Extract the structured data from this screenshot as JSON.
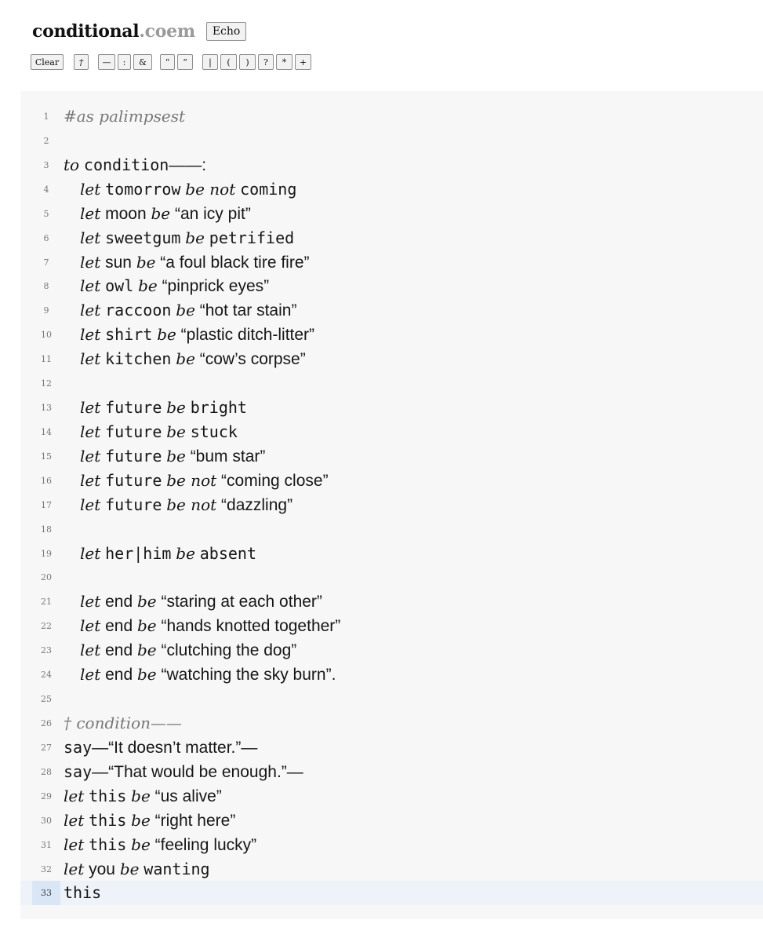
{
  "header": {
    "title_main": "conditional",
    "title_ext": ".coem",
    "echo_label": "Echo"
  },
  "toolbar": {
    "clear_label": "Clear",
    "dagger_label": "†",
    "dash_label": "—",
    "colon_label": ":",
    "amp_label": "&",
    "open_quote_label": "“",
    "close_quote_label": "”",
    "pipe_label": "|",
    "open_paren_label": "(",
    "close_paren_label": ")",
    "question_label": "?",
    "star_label": "*",
    "plus_label": "+"
  },
  "editor": {
    "active_line": 33,
    "lines": [
      {
        "n": "1",
        "indent": false,
        "tokens": [
          {
            "t": "c",
            "v": "#as palimpsest"
          }
        ]
      },
      {
        "n": "2",
        "indent": false,
        "tokens": []
      },
      {
        "n": "3",
        "indent": false,
        "tokens": [
          {
            "t": "k",
            "v": "to"
          },
          {
            "t": "s",
            "v": " "
          },
          {
            "t": "m",
            "v": "condition"
          },
          {
            "t": "s",
            "v": "——:"
          }
        ]
      },
      {
        "n": "4",
        "indent": true,
        "tokens": [
          {
            "t": "k",
            "v": "let"
          },
          {
            "t": "s",
            "v": " "
          },
          {
            "t": "m",
            "v": "tomorrow"
          },
          {
            "t": "s",
            "v": " "
          },
          {
            "t": "k",
            "v": "be not"
          },
          {
            "t": "s",
            "v": " "
          },
          {
            "t": "m",
            "v": "coming"
          }
        ]
      },
      {
        "n": "5",
        "indent": true,
        "tokens": [
          {
            "t": "k",
            "v": "let"
          },
          {
            "t": "s",
            "v": " moon "
          },
          {
            "t": "k",
            "v": "be"
          },
          {
            "t": "s",
            "v": " “an icy pit”"
          }
        ]
      },
      {
        "n": "6",
        "indent": true,
        "tokens": [
          {
            "t": "k",
            "v": "let"
          },
          {
            "t": "s",
            "v": " "
          },
          {
            "t": "m",
            "v": "sweetgum"
          },
          {
            "t": "s",
            "v": " "
          },
          {
            "t": "k",
            "v": "be"
          },
          {
            "t": "s",
            "v": " "
          },
          {
            "t": "m",
            "v": "petrified"
          }
        ]
      },
      {
        "n": "7",
        "indent": true,
        "tokens": [
          {
            "t": "k",
            "v": "let"
          },
          {
            "t": "s",
            "v": " sun "
          },
          {
            "t": "k",
            "v": "be"
          },
          {
            "t": "s",
            "v": " “a foul black tire fire”"
          }
        ]
      },
      {
        "n": "8",
        "indent": true,
        "tokens": [
          {
            "t": "k",
            "v": "let"
          },
          {
            "t": "s",
            "v": " "
          },
          {
            "t": "m",
            "v": "owl"
          },
          {
            "t": "s",
            "v": " "
          },
          {
            "t": "k",
            "v": "be"
          },
          {
            "t": "s",
            "v": " “pinprick eyes”"
          }
        ]
      },
      {
        "n": "9",
        "indent": true,
        "tokens": [
          {
            "t": "k",
            "v": "let"
          },
          {
            "t": "s",
            "v": " "
          },
          {
            "t": "m",
            "v": "raccoon"
          },
          {
            "t": "s",
            "v": " "
          },
          {
            "t": "k",
            "v": "be"
          },
          {
            "t": "s",
            "v": " “hot tar stain”"
          }
        ]
      },
      {
        "n": "10",
        "indent": true,
        "tokens": [
          {
            "t": "k",
            "v": "let"
          },
          {
            "t": "s",
            "v": " "
          },
          {
            "t": "m",
            "v": "shirt"
          },
          {
            "t": "s",
            "v": " "
          },
          {
            "t": "k",
            "v": "be"
          },
          {
            "t": "s",
            "v": " “plastic ditch-litter”"
          }
        ]
      },
      {
        "n": "11",
        "indent": true,
        "tokens": [
          {
            "t": "k",
            "v": "let"
          },
          {
            "t": "s",
            "v": " "
          },
          {
            "t": "m",
            "v": "kitchen"
          },
          {
            "t": "s",
            "v": " "
          },
          {
            "t": "k",
            "v": "be"
          },
          {
            "t": "s",
            "v": " “cow’s corpse”"
          }
        ]
      },
      {
        "n": "12",
        "indent": false,
        "tokens": []
      },
      {
        "n": "13",
        "indent": true,
        "tokens": [
          {
            "t": "k",
            "v": "let"
          },
          {
            "t": "s",
            "v": " "
          },
          {
            "t": "m",
            "v": "future"
          },
          {
            "t": "s",
            "v": " "
          },
          {
            "t": "k",
            "v": "be"
          },
          {
            "t": "s",
            "v": " "
          },
          {
            "t": "m",
            "v": "bright"
          }
        ]
      },
      {
        "n": "14",
        "indent": true,
        "tokens": [
          {
            "t": "k",
            "v": "let"
          },
          {
            "t": "s",
            "v": " "
          },
          {
            "t": "m",
            "v": "future"
          },
          {
            "t": "s",
            "v": " "
          },
          {
            "t": "k",
            "v": "be"
          },
          {
            "t": "s",
            "v": " "
          },
          {
            "t": "m",
            "v": "stuck"
          }
        ]
      },
      {
        "n": "15",
        "indent": true,
        "tokens": [
          {
            "t": "k",
            "v": "let"
          },
          {
            "t": "s",
            "v": " "
          },
          {
            "t": "m",
            "v": "future"
          },
          {
            "t": "s",
            "v": " "
          },
          {
            "t": "k",
            "v": "be"
          },
          {
            "t": "s",
            "v": " “bum star”"
          }
        ]
      },
      {
        "n": "16",
        "indent": true,
        "tokens": [
          {
            "t": "k",
            "v": "let"
          },
          {
            "t": "s",
            "v": " "
          },
          {
            "t": "m",
            "v": "future"
          },
          {
            "t": "s",
            "v": " "
          },
          {
            "t": "k",
            "v": "be not"
          },
          {
            "t": "s",
            "v": " “coming close”"
          }
        ]
      },
      {
        "n": "17",
        "indent": true,
        "tokens": [
          {
            "t": "k",
            "v": "let"
          },
          {
            "t": "s",
            "v": " "
          },
          {
            "t": "m",
            "v": "future"
          },
          {
            "t": "s",
            "v": " "
          },
          {
            "t": "k",
            "v": "be not"
          },
          {
            "t": "s",
            "v": " “dazzling”"
          }
        ]
      },
      {
        "n": "18",
        "indent": false,
        "tokens": []
      },
      {
        "n": "19",
        "indent": true,
        "tokens": [
          {
            "t": "k",
            "v": "let"
          },
          {
            "t": "s",
            "v": " "
          },
          {
            "t": "m",
            "v": "her|him"
          },
          {
            "t": "s",
            "v": " "
          },
          {
            "t": "k",
            "v": "be"
          },
          {
            "t": "s",
            "v": " "
          },
          {
            "t": "m",
            "v": "absent"
          }
        ]
      },
      {
        "n": "20",
        "indent": false,
        "tokens": []
      },
      {
        "n": "21",
        "indent": true,
        "tokens": [
          {
            "t": "k",
            "v": "let"
          },
          {
            "t": "s",
            "v": " end "
          },
          {
            "t": "k",
            "v": "be"
          },
          {
            "t": "s",
            "v": " “staring at each other”"
          }
        ]
      },
      {
        "n": "22",
        "indent": true,
        "tokens": [
          {
            "t": "k",
            "v": "let"
          },
          {
            "t": "s",
            "v": " end "
          },
          {
            "t": "k",
            "v": "be"
          },
          {
            "t": "s",
            "v": " “hands knotted together”"
          }
        ]
      },
      {
        "n": "23",
        "indent": true,
        "tokens": [
          {
            "t": "k",
            "v": "let"
          },
          {
            "t": "s",
            "v": " end "
          },
          {
            "t": "k",
            "v": "be"
          },
          {
            "t": "s",
            "v": " “clutching the dog”"
          }
        ]
      },
      {
        "n": "24",
        "indent": true,
        "tokens": [
          {
            "t": "k",
            "v": "let"
          },
          {
            "t": "s",
            "v": " end "
          },
          {
            "t": "k",
            "v": "be"
          },
          {
            "t": "s",
            "v": " “watching the sky burn”."
          }
        ]
      },
      {
        "n": "25",
        "indent": false,
        "tokens": []
      },
      {
        "n": "26",
        "indent": false,
        "tokens": [
          {
            "t": "c",
            "v": "† condition——"
          }
        ]
      },
      {
        "n": "27",
        "indent": false,
        "tokens": [
          {
            "t": "m",
            "v": "say"
          },
          {
            "t": "s",
            "v": "—“It doesn’t matter.”—"
          }
        ]
      },
      {
        "n": "28",
        "indent": false,
        "tokens": [
          {
            "t": "m",
            "v": "say"
          },
          {
            "t": "s",
            "v": "—“That would be enough.”—"
          }
        ]
      },
      {
        "n": "29",
        "indent": false,
        "tokens": [
          {
            "t": "k",
            "v": "let"
          },
          {
            "t": "s",
            "v": " "
          },
          {
            "t": "m",
            "v": "this"
          },
          {
            "t": "s",
            "v": " "
          },
          {
            "t": "k",
            "v": "be"
          },
          {
            "t": "s",
            "v": " “us alive”"
          }
        ]
      },
      {
        "n": "30",
        "indent": false,
        "tokens": [
          {
            "t": "k",
            "v": "let"
          },
          {
            "t": "s",
            "v": " "
          },
          {
            "t": "m",
            "v": "this"
          },
          {
            "t": "s",
            "v": " "
          },
          {
            "t": "k",
            "v": "be"
          },
          {
            "t": "s",
            "v": " “right here”"
          }
        ]
      },
      {
        "n": "31",
        "indent": false,
        "tokens": [
          {
            "t": "k",
            "v": "let"
          },
          {
            "t": "s",
            "v": " "
          },
          {
            "t": "m",
            "v": "this"
          },
          {
            "t": "s",
            "v": " "
          },
          {
            "t": "k",
            "v": "be"
          },
          {
            "t": "s",
            "v": " “feeling lucky”"
          }
        ]
      },
      {
        "n": "32",
        "indent": false,
        "tokens": [
          {
            "t": "k",
            "v": "let"
          },
          {
            "t": "s",
            "v": " you "
          },
          {
            "t": "k",
            "v": "be"
          },
          {
            "t": "s",
            "v": " "
          },
          {
            "t": "m",
            "v": "wanting"
          }
        ]
      },
      {
        "n": "33",
        "indent": false,
        "tokens": [
          {
            "t": "m",
            "v": "this"
          }
        ]
      }
    ]
  }
}
